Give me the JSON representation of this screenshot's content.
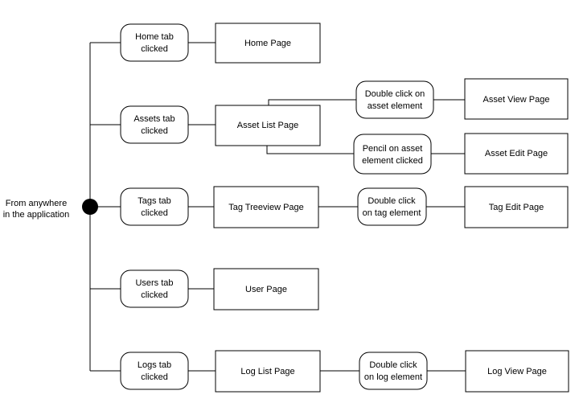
{
  "colors": {
    "stroke": "#000000",
    "fill": "#ffffff",
    "start_dot": "#000000"
  },
  "start": {
    "label_lines": [
      "From anywhere",
      "in the application"
    ]
  },
  "events": {
    "home_tab": [
      "Home tab",
      "clicked"
    ],
    "assets_tab": [
      "Assets tab",
      "clicked"
    ],
    "tags_tab": [
      "Tags tab",
      "clicked"
    ],
    "users_tab": [
      "Users tab",
      "clicked"
    ],
    "logs_tab": [
      "Logs tab",
      "clicked"
    ],
    "double_click_asset": [
      "Double click on",
      "asset element"
    ],
    "pencil_asset": [
      "Pencil on asset",
      "element clicked"
    ],
    "double_click_tag": [
      "Double click",
      "on tag element"
    ],
    "double_click_log": [
      "Double click",
      "on log element"
    ]
  },
  "pages": {
    "home": "Home Page",
    "asset_list": "Asset List Page",
    "asset_view": "Asset View Page",
    "asset_edit": "Asset Edit Page",
    "tag_treeview": "Tag Treeview Page",
    "tag_edit": "Tag Edit Page",
    "user": "User Page",
    "log_list": "Log List Page",
    "log_view": "Log View Page"
  }
}
